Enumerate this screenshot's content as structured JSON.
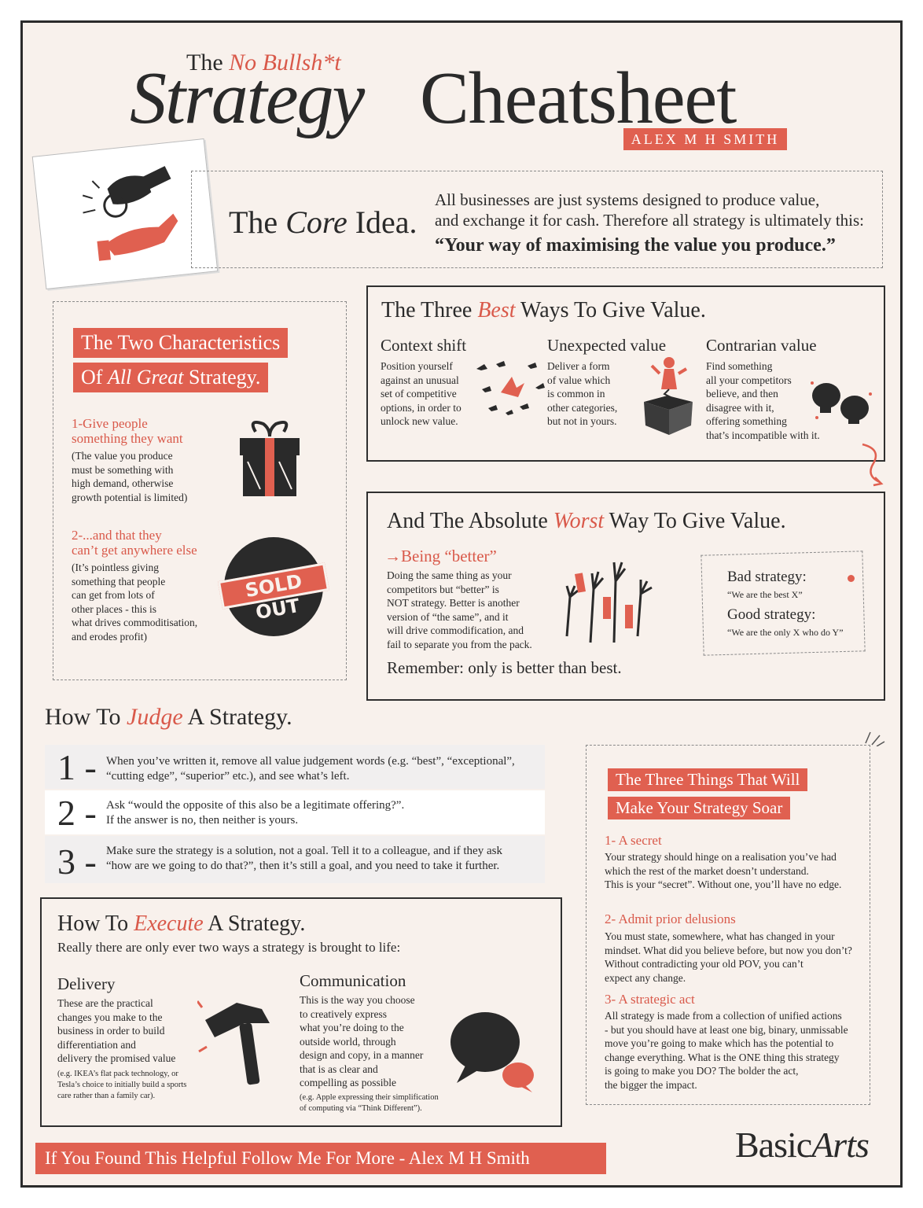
{
  "header": {
    "the": "The",
    "no_bs": "No Bullsh*t",
    "strategy": "Strategy",
    "cheatsheet": "Cheatsheet",
    "author": "ALEX M H SMITH"
  },
  "core": {
    "title_a": "The",
    "title_b": "Core",
    "title_c": "Idea.",
    "line1": "All businesses are just systems designed to produce value,",
    "line2": "and exchange it for cash. Therefore all strategy is ultimately this:",
    "quote": "“Your way of maximising the value you produce.”"
  },
  "two_char": {
    "bar1": "The Two Characteristics",
    "bar2_a": "Of",
    "bar2_b": "All Great",
    "bar2_c": "Strategy.",
    "item1_title_1": "1-Give people",
    "item1_title_2": "something they want",
    "item1_body": [
      "(The value you produce",
      "must be something with",
      "high demand, otherwise",
      "growth potential is limited)"
    ],
    "item2_title_1": "2-...and that they",
    "item2_title_2": "can’t get anywhere else",
    "item2_body": [
      "(It’s pointless giving",
      "something that people",
      "can get from lots of",
      "other places - this is",
      "what drives commoditisation,",
      "and erodes profit)"
    ],
    "stamp_text": "SOLD OUT"
  },
  "three_best": {
    "title_a": "The Three",
    "title_b": "Best",
    "title_c": "Ways To Give Value.",
    "col1_title": "Context shift",
    "col1_body": [
      "Position yourself",
      "against an unusual",
      "set of competitive",
      "options, in order to",
      "unlock new value."
    ],
    "col2_title": "Unexpected value",
    "col2_body": [
      "Deliver a form",
      "of value which",
      "is common in",
      "other categories,",
      "but not in yours."
    ],
    "col3_title": "Contrarian value",
    "col3_body": [
      "Find something",
      "all your competitors",
      "believe, and then",
      "disagree with it,",
      "offering something",
      "that’s incompatible with it."
    ]
  },
  "worst": {
    "title_a": "And The Absolute",
    "title_b": "Worst",
    "title_c": "Way To Give Value.",
    "sub": "Being “better”",
    "body": [
      "Doing the same thing as your",
      "competitors but “better” is",
      "NOT strategy. Better is another",
      "version of “the same”, and it",
      "will drive commodification, and",
      "fail to separate you from the pack."
    ],
    "remember": "Remember: only is better than best.",
    "bad_title": "Bad strategy:",
    "bad_body": "“We are the best X”",
    "good_title": "Good strategy:",
    "good_body": "“We are the only X who do Y”"
  },
  "judge": {
    "title_a": "How To",
    "title_b": "Judge",
    "title_c": "A Strategy.",
    "items": [
      {
        "num": "1 -",
        "l1": "When you’ve written it, remove all value judgement words (e.g. “best”, “exceptional”,",
        "l2": "“cutting edge”, “superior” etc.), and see what’s left."
      },
      {
        "num": "2 -",
        "l1": "Ask “would the opposite of this also be a legitimate offering?”.",
        "l2": "If the answer is no, then neither is yours."
      },
      {
        "num": "3 -",
        "l1": "Make sure the strategy is a solution, not a goal. Tell it to a colleague, and if they ask",
        "l2": "“how are we going to do that?”, then it’s still a goal, and you need to take it further."
      }
    ]
  },
  "execute": {
    "title_a": "How To",
    "title_b": "Execute",
    "title_c": "A Strategy.",
    "sub": "Really there are only ever two ways a strategy is brought to life:",
    "del_title": "Delivery",
    "del_body": [
      "These are the practical",
      "changes you make to the",
      "business in order to build",
      "differentiation and",
      "delivery the promised value"
    ],
    "del_note": [
      "(e.g. IKEA’s flat pack technology, or",
      "Tesla’s choice to initially build a sports",
      "care rather than a family car)."
    ],
    "com_title": "Communication",
    "com_body": [
      "This is the way you choose",
      "to creatively express",
      "what you’re doing to the",
      "outside world, through",
      "design and copy, in a manner",
      "that is as clear and",
      "compelling as possible"
    ],
    "com_note": [
      "(e.g. Apple expressing their simplification",
      "of computing via “Think Different”)."
    ]
  },
  "soar": {
    "bar1": "The Three Things That Will",
    "bar2": "Make Your Strategy Soar",
    "s1_title": "1- A secret",
    "s1_body": [
      "Your strategy should hinge on a realisation you’ve had",
      "which the rest of the market doesn’t  understand.",
      "This is your “secret”. Without one, you’ll have no edge."
    ],
    "s2_title": "2- Admit prior delusions",
    "s2_body": [
      "You must state, somewhere, what has changed in your",
      "mindset. What did you believe before, but now you don’t?",
      "Without contradicting your old POV, you can’t",
      "expect any change."
    ],
    "s3_title": "3- A strategic act",
    "s3_body": [
      "All strategy is made from a collection of unified actions",
      "- but you should have at least one big, binary, unmissable",
      "move you’re going to make which has the potential to",
      "change everything. What is the ONE thing this strategy",
      "is going to make you DO? The bolder the act,",
      "the bigger the  impact."
    ]
  },
  "footer": {
    "cta": "If You Found This Helpful Follow Me For More - Alex M H Smith",
    "logo_a": "Basic",
    "logo_b": "Arts"
  },
  "colors": {
    "accent": "#e06050",
    "ink": "#2a2a2a",
    "paper": "#f8f1ec"
  }
}
